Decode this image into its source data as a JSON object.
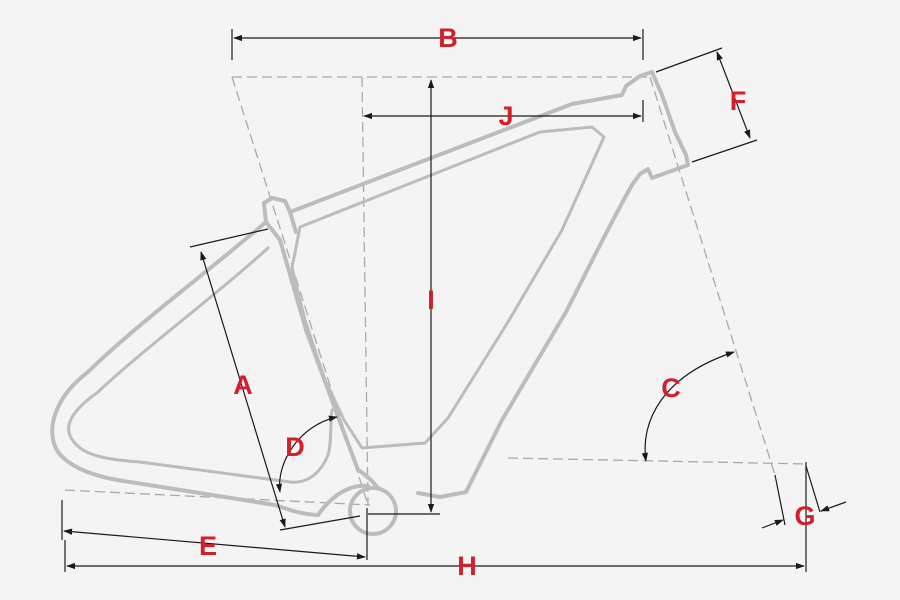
{
  "colors": {
    "background": "#f4f4f4",
    "frame": "#bcbcbc",
    "construction_line": "#a9a9a9",
    "dimension_line": "#1a1a1a",
    "label": "#d11f2b"
  },
  "labels": {
    "A": "A",
    "B": "B",
    "C": "C",
    "D": "D",
    "E": "E",
    "F": "F",
    "G": "G",
    "H": "H",
    "I": "I",
    "J": "J"
  }
}
